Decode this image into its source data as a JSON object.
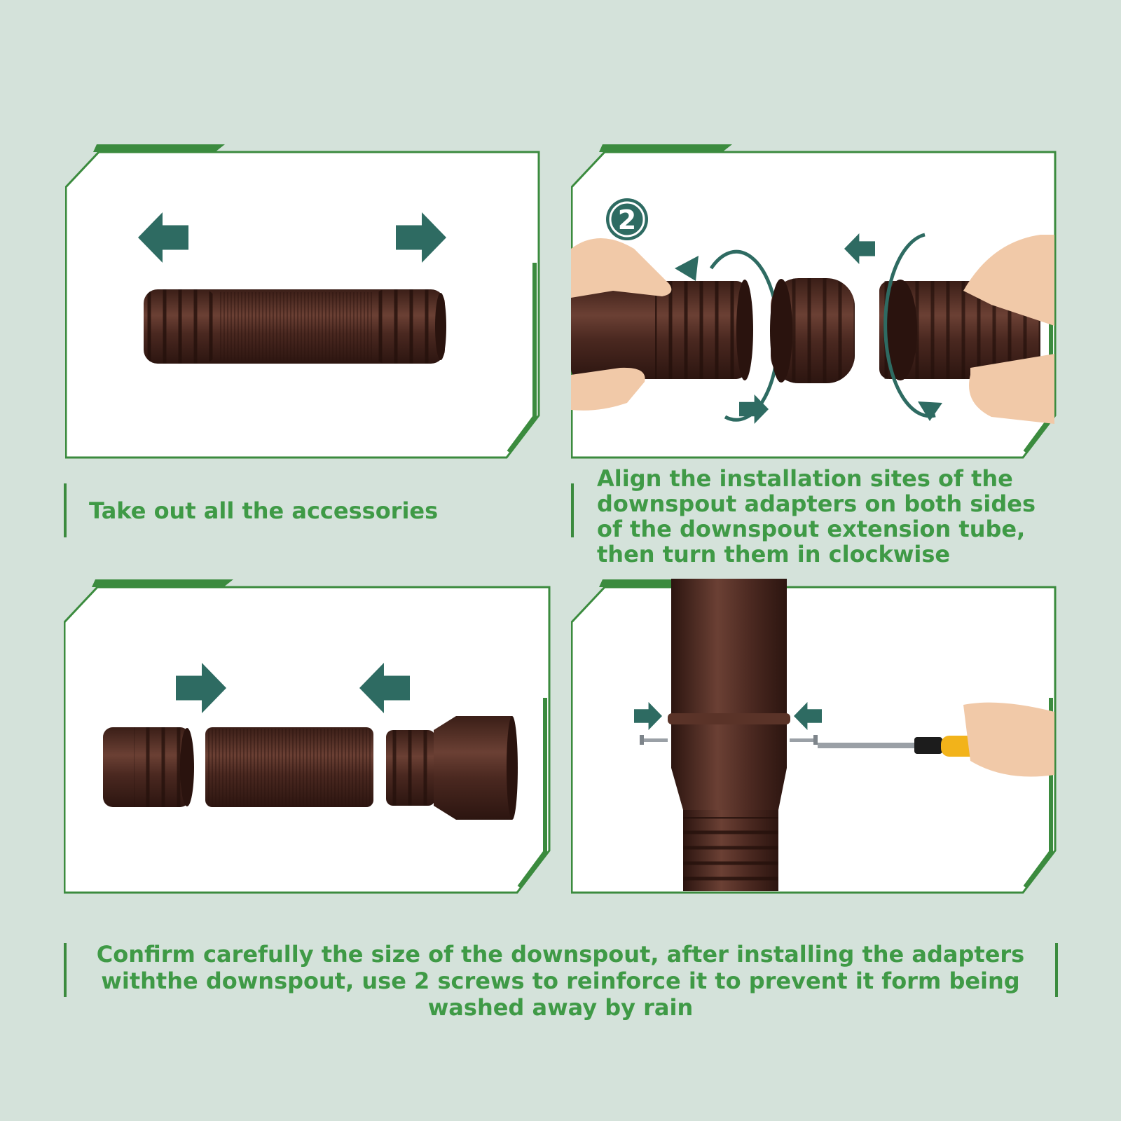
{
  "steps": [
    {
      "caption": "Take out all the accessories"
    },
    {
      "badge": "2",
      "caption": "Align the installation sites of the downspout adapters on both sides of the downspout extension tube, then turn them in clockwise"
    },
    {
      "caption": ""
    },
    {
      "caption": "Confirm carefully the size of the downspout, after installing the adapters withthe downspout, use 2 screws to reinforce it to prevent it form being washed away by rain"
    }
  ],
  "colors": {
    "background": "#d4e2da",
    "frame_green": "#3b8b3e",
    "caption_green": "#3f9a46",
    "arrow_teal": "#2e6b62",
    "tube_brown": "#4e2b22"
  },
  "icons": [
    "arrow-left-icon",
    "arrow-right-icon",
    "rotate-arrow-icon",
    "screw-icon",
    "screwdriver-icon"
  ]
}
